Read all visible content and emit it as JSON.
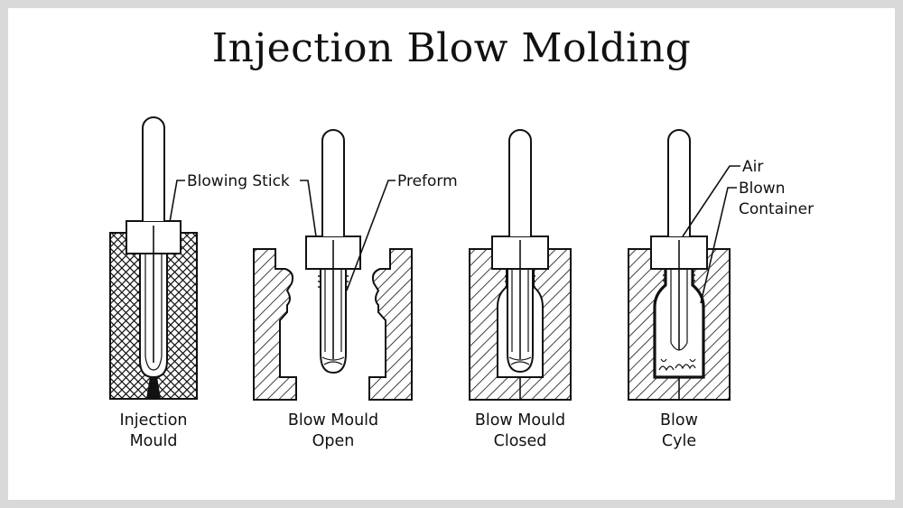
{
  "title": "Injection Blow Molding",
  "captions": {
    "stage1": [
      "Injection",
      "Mould"
    ],
    "stage2": [
      "Blow Mould",
      "Open"
    ],
    "stage3": [
      "Blow Mould",
      "Closed"
    ],
    "stage4": [
      "Blow",
      "Cyle"
    ]
  },
  "callouts": {
    "blowing_stick": "Blowing Stick",
    "preform": "Preform",
    "air": "Air",
    "blown_container": [
      "Blown",
      "Container"
    ]
  },
  "colors": {
    "line": "#111111",
    "background": "#ffffff",
    "frame": "#d9d9d9"
  }
}
